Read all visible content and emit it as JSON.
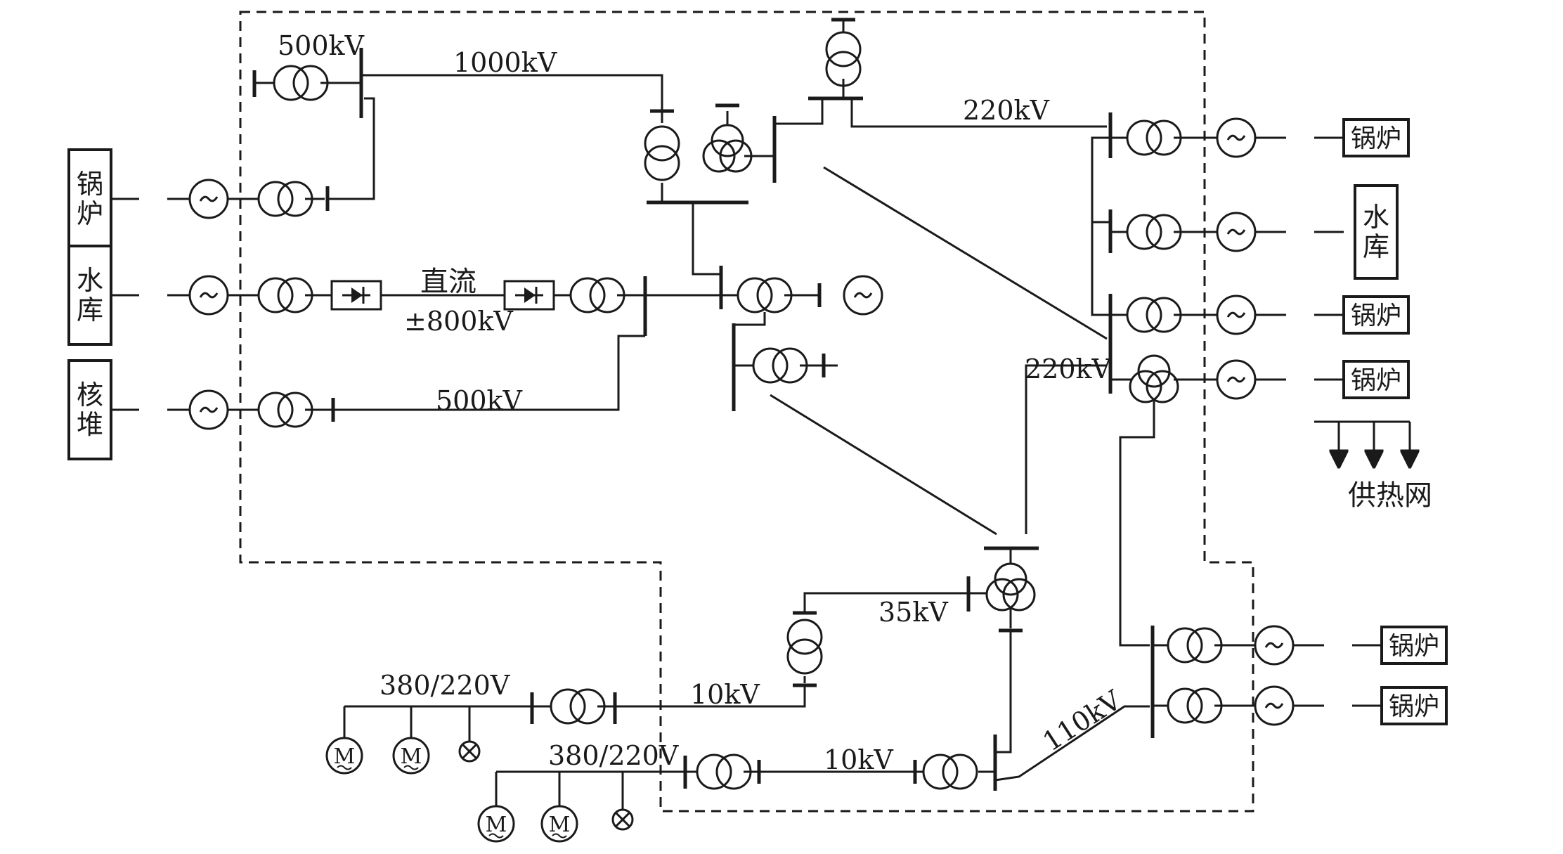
{
  "labels": {
    "v500_top": "500kV",
    "v1000": "1000kV",
    "v220_top": "220kV",
    "dc": "直流",
    "dc_voltage": "±800kV",
    "v500_mid": "500kV",
    "v220_mid": "220kV",
    "heat_network": "供热网",
    "v35": "35kV",
    "v380_upper": "380/220V",
    "v10_upper": "10kV",
    "v380_lower": "380/220V",
    "v10_lower": "10kV",
    "v110": "110kV"
  },
  "sources": {
    "left": [
      {
        "l1": "锅",
        "l2": "炉"
      },
      {
        "l1": "水",
        "l2": "库"
      },
      {
        "l1": "核",
        "l2": "堆"
      }
    ],
    "right_upper": [
      {
        "text": "锅炉"
      },
      {
        "l1": "水",
        "l2": "库"
      },
      {
        "text": "锅炉"
      },
      {
        "text": "锅炉"
      }
    ],
    "right_lower": [
      {
        "text": "锅炉"
      },
      {
        "text": "锅炉"
      }
    ]
  },
  "symbols": {
    "generator": "~",
    "motor": "M"
  },
  "colors": {
    "stroke": "#1a1a1a",
    "background": "#ffffff"
  }
}
